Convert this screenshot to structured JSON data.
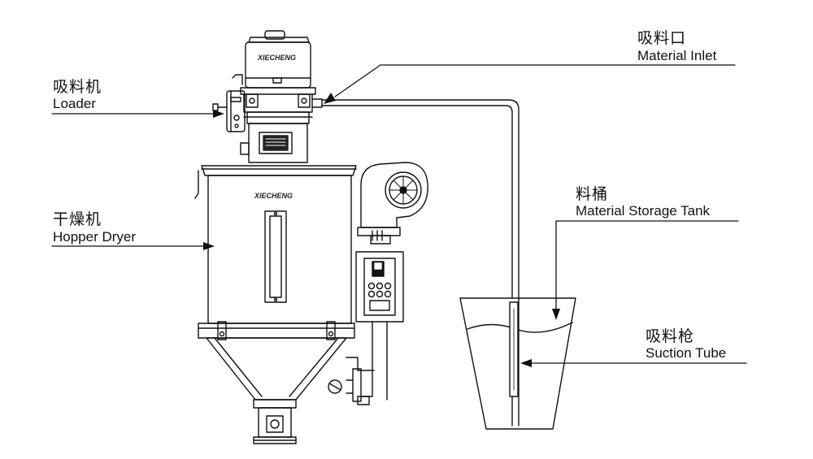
{
  "labels": {
    "loader": {
      "zh": "吸料机",
      "en": "Loader"
    },
    "hopper_dryer": {
      "zh": "干燥机",
      "en": "Hopper Dryer"
    },
    "material_inlet": {
      "zh": "吸料口",
      "en": "Material Inlet"
    },
    "storage_tank": {
      "zh": "料桶",
      "en": "Material Storage Tank"
    },
    "suction_tube": {
      "zh": "吸料枪",
      "en": "Suction Tube"
    }
  },
  "brand": {
    "logo_text": "XIECHENG"
  },
  "colors": {
    "line": "#111111",
    "fill": "#ffffff",
    "dark": "#222222"
  }
}
